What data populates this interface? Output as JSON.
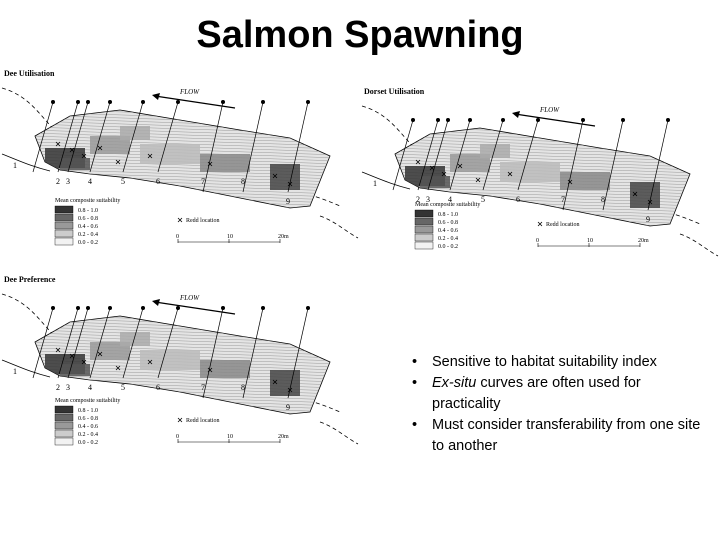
{
  "slide": {
    "title": "Salmon Spawning"
  },
  "panels": [
    {
      "label": "Dee Utilisation",
      "flow_label": "FLOW",
      "legend_title": "Mean composite suitability",
      "legend_items": [
        "0.8 - 1.0",
        "0.6 - 0.8",
        "0.4 - 0.6",
        "0.2 - 0.4",
        "0.0 - 0.2"
      ],
      "redd_label": "Redd location",
      "scale_labels": [
        "0",
        "10",
        "20m"
      ],
      "transect_numbers": [
        "1",
        "2",
        "3",
        "4",
        "5",
        "6",
        "7",
        "8",
        "9"
      ]
    },
    {
      "label": "Dorset Utilisation",
      "flow_label": "FLOW",
      "legend_title": "Mean composite suitability",
      "legend_items": [
        "0.8 - 1.0",
        "0.6 - 0.8",
        "0.4 - 0.6",
        "0.2 - 0.4",
        "0.0 - 0.2"
      ],
      "redd_label": "Redd location",
      "scale_labels": [
        "0",
        "10",
        "20m"
      ],
      "transect_numbers": [
        "1",
        "2",
        "3",
        "4",
        "5",
        "6",
        "7",
        "8",
        "9"
      ]
    },
    {
      "label": "Dee Preference",
      "flow_label": "FLOW",
      "legend_title": "Mean composite suitability",
      "legend_items": [
        "0.8 - 1.0",
        "0.6 - 0.8",
        "0.4 - 0.6",
        "0.2 - 0.4",
        "0.0 - 0.2"
      ],
      "redd_label": "Redd location",
      "scale_labels": [
        "0",
        "10",
        "20m"
      ],
      "transect_numbers": [
        "1",
        "2",
        "3",
        "4",
        "5",
        "6",
        "7",
        "8",
        "9"
      ]
    }
  ],
  "bullets": [
    {
      "text": "Sensitive to habitat suitability index"
    },
    {
      "italic": "Ex-situ",
      "text": " curves are often used for practicality"
    },
    {
      "text": "Must consider transferability from one site to another"
    }
  ]
}
